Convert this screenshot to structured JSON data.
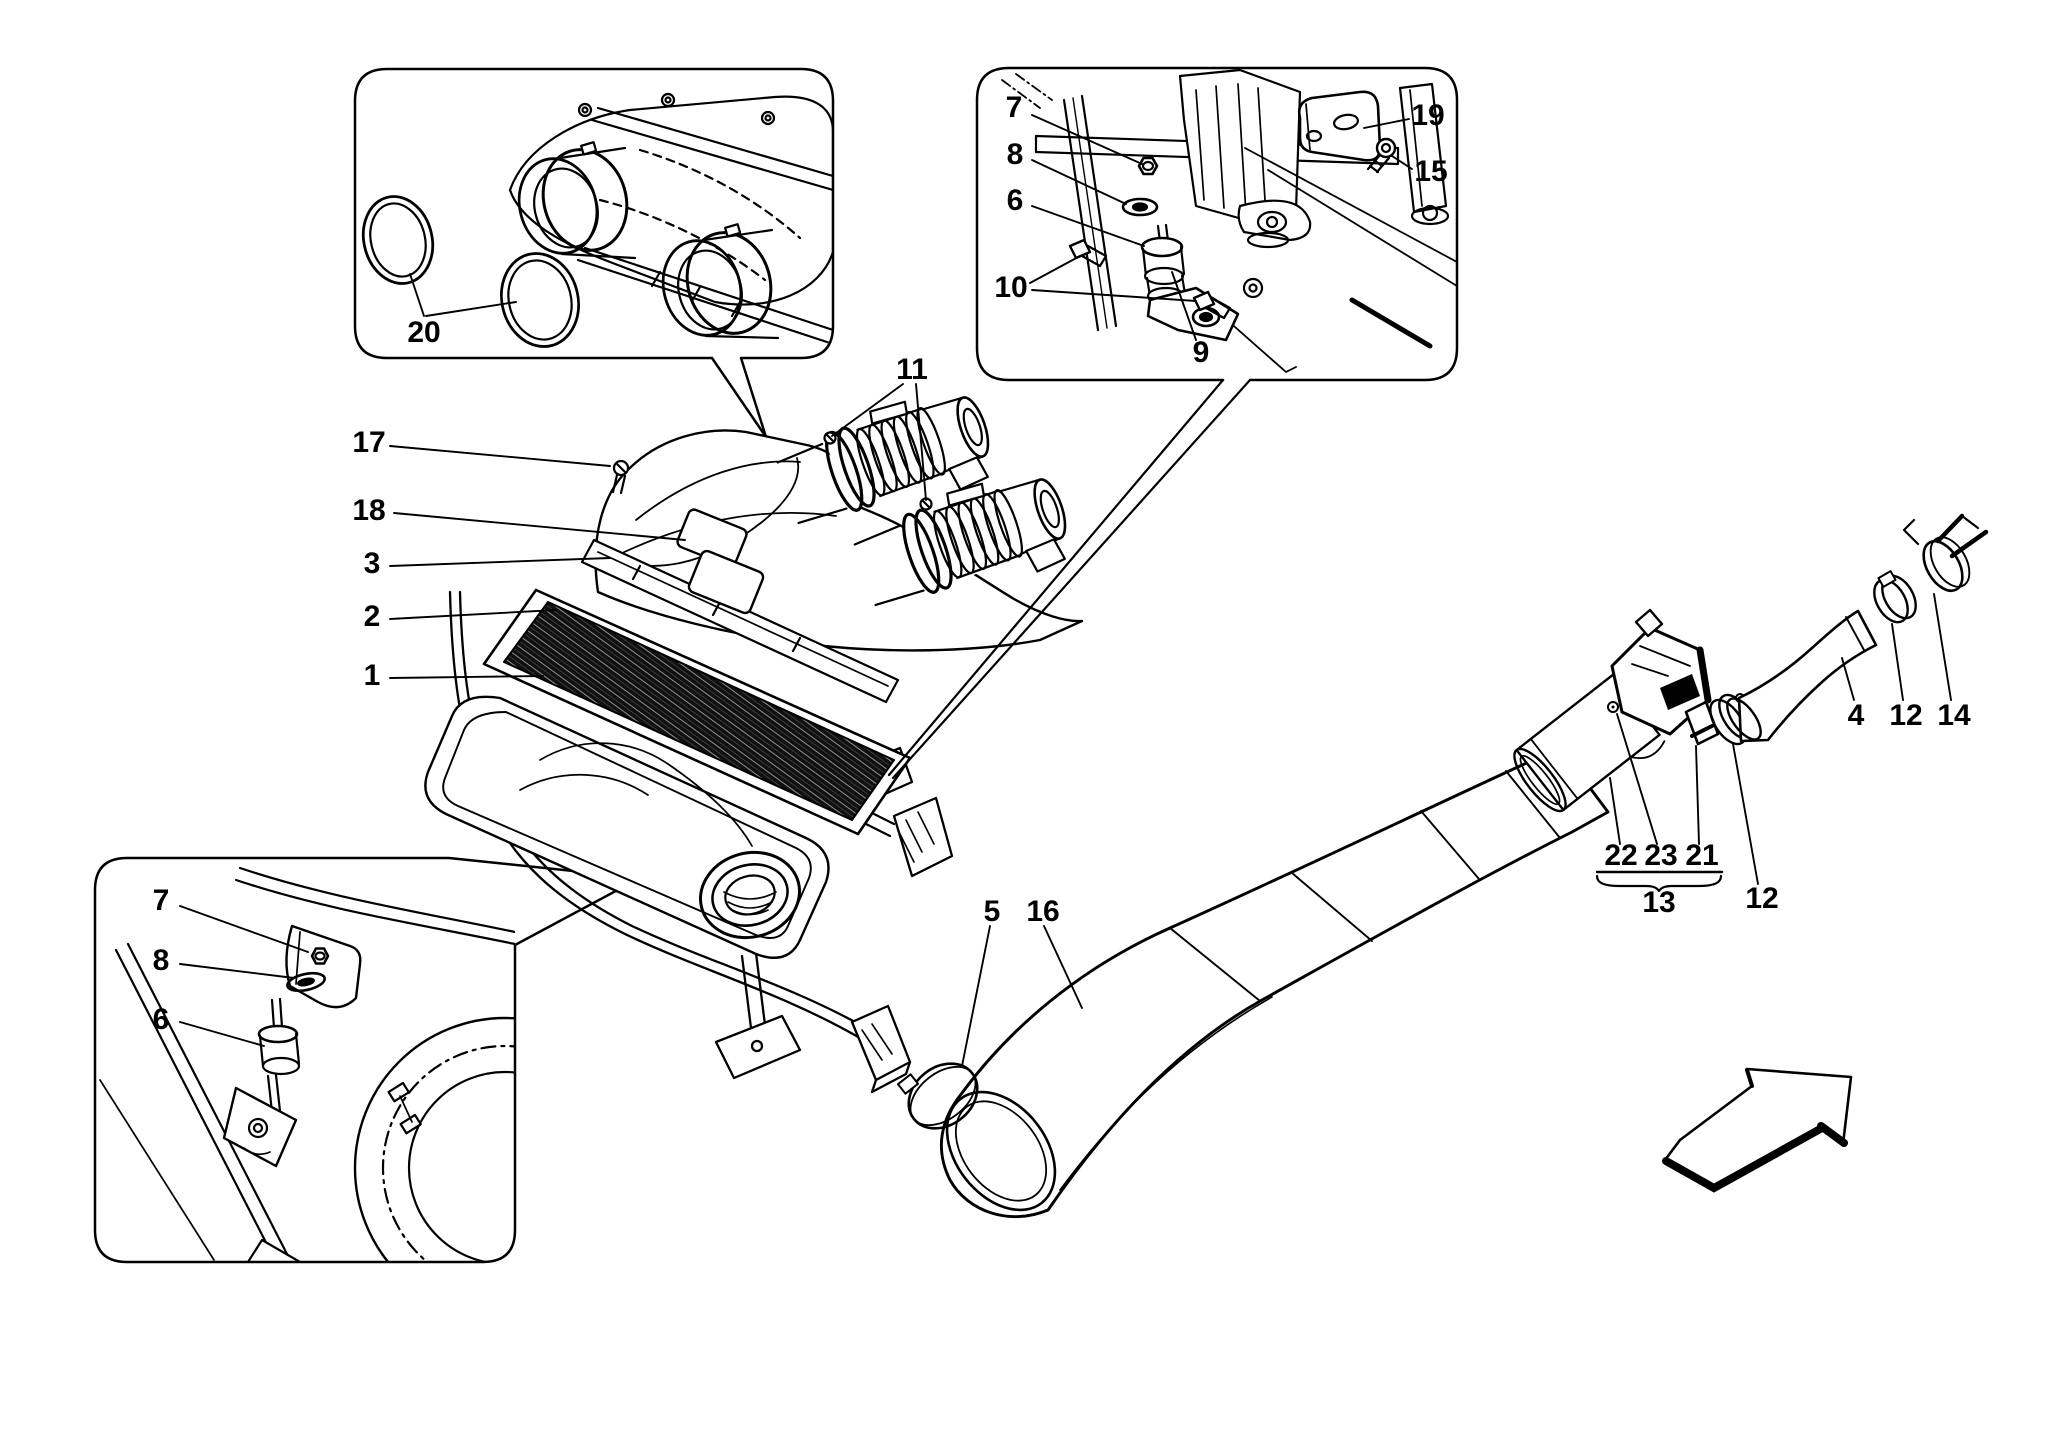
{
  "figure": {
    "type": "exploded-parts-diagram",
    "subject": "air intake system assembly",
    "background_color": "#ffffff",
    "line_color": "#000000",
    "icons": {
      "direction_arrow": "block-arrow-up-right-icon"
    }
  },
  "callouts": {
    "main": {
      "k20": "20",
      "k17": "17",
      "k18": "18",
      "k3": "3",
      "k2": "2",
      "k1": "1",
      "k11": "11",
      "k5": "5",
      "k16": "16"
    },
    "inset_top_right": {
      "k7": "7",
      "k8": "8",
      "k6": "6",
      "k10": "10",
      "k9": "9",
      "k19": "19",
      "k15": "15"
    },
    "inset_bottom_left": {
      "k7": "7",
      "k8": "8",
      "k6": "6"
    },
    "hose_group": {
      "k4": "4",
      "k12": "12",
      "k14": "14",
      "k22": "22",
      "k23": "23",
      "k21": "21",
      "k13": "13",
      "k12b": "12"
    }
  }
}
